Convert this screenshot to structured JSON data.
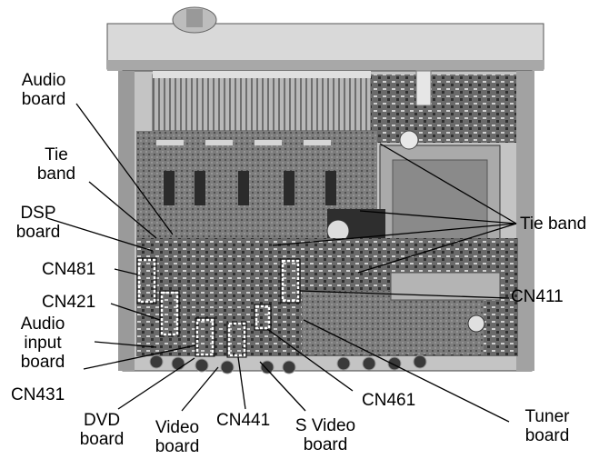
{
  "labels": {
    "audio_board": "Audio\nboard",
    "tie_band_left": "Tie\nband",
    "dsp_board": "DSP\nboard",
    "cn481": "CN481",
    "cn421": "CN421",
    "audio_input_board": "Audio\ninput\nboard",
    "cn431": "CN431",
    "dvd_board": "DVD\nboard",
    "video_board": "Video\nboard",
    "cn441": "CN441",
    "s_video_board": "S Video\nboard",
    "cn461": "CN461",
    "tuner_board": "Tuner\nboard",
    "cn411": "CN411",
    "tie_band_right": "Tie band"
  },
  "colors": {
    "chassis": "#c8c8c8",
    "pcb": "#8a8a8a",
    "dark_component": "#3a3a3a",
    "leader_line": "#000000"
  }
}
